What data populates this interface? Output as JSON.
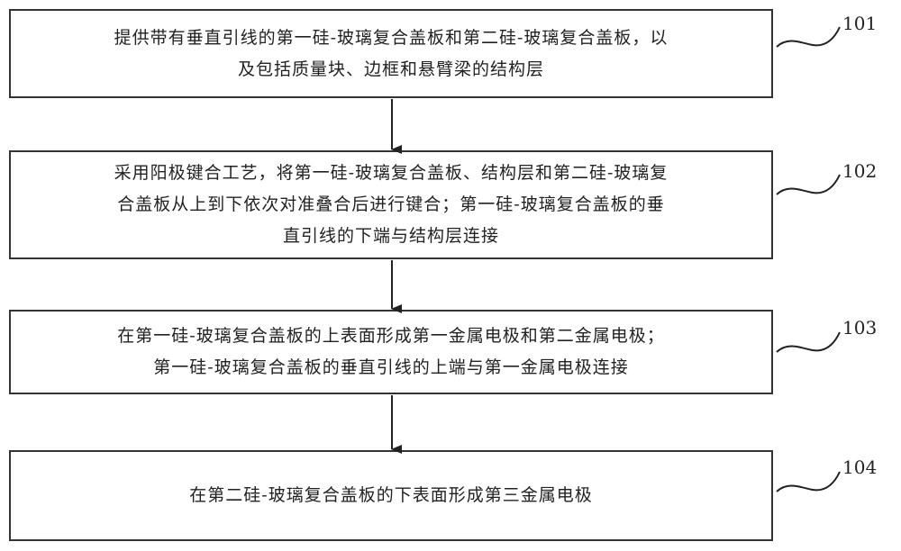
{
  "steps": [
    {
      "id": "101",
      "text": "提供带有垂直引线的第一硅-玻璃复合盖板和第二硅-玻璃复合盖板，以\n及包括质量块、边框和悬臂梁的结构层"
    },
    {
      "id": "102",
      "text": "采用阳极键合工艺，将第一硅-玻璃复合盖板、结构层和第二硅-玻璃复\n合盖板从上到下依次对准叠合后进行键合；第一硅-玻璃复合盖板的垂\n直引线的下端与结构层连接"
    },
    {
      "id": "103",
      "text": "在第一硅-玻璃复合盖板的上表面形成第一金属电极和第二金属电极；\n第一硅-玻璃复合盖板的垂直引线的上端与第一金属电极连接"
    },
    {
      "id": "104",
      "text": "在第二硅-玻璃复合盖板的下表面形成第三金属电极"
    }
  ]
}
